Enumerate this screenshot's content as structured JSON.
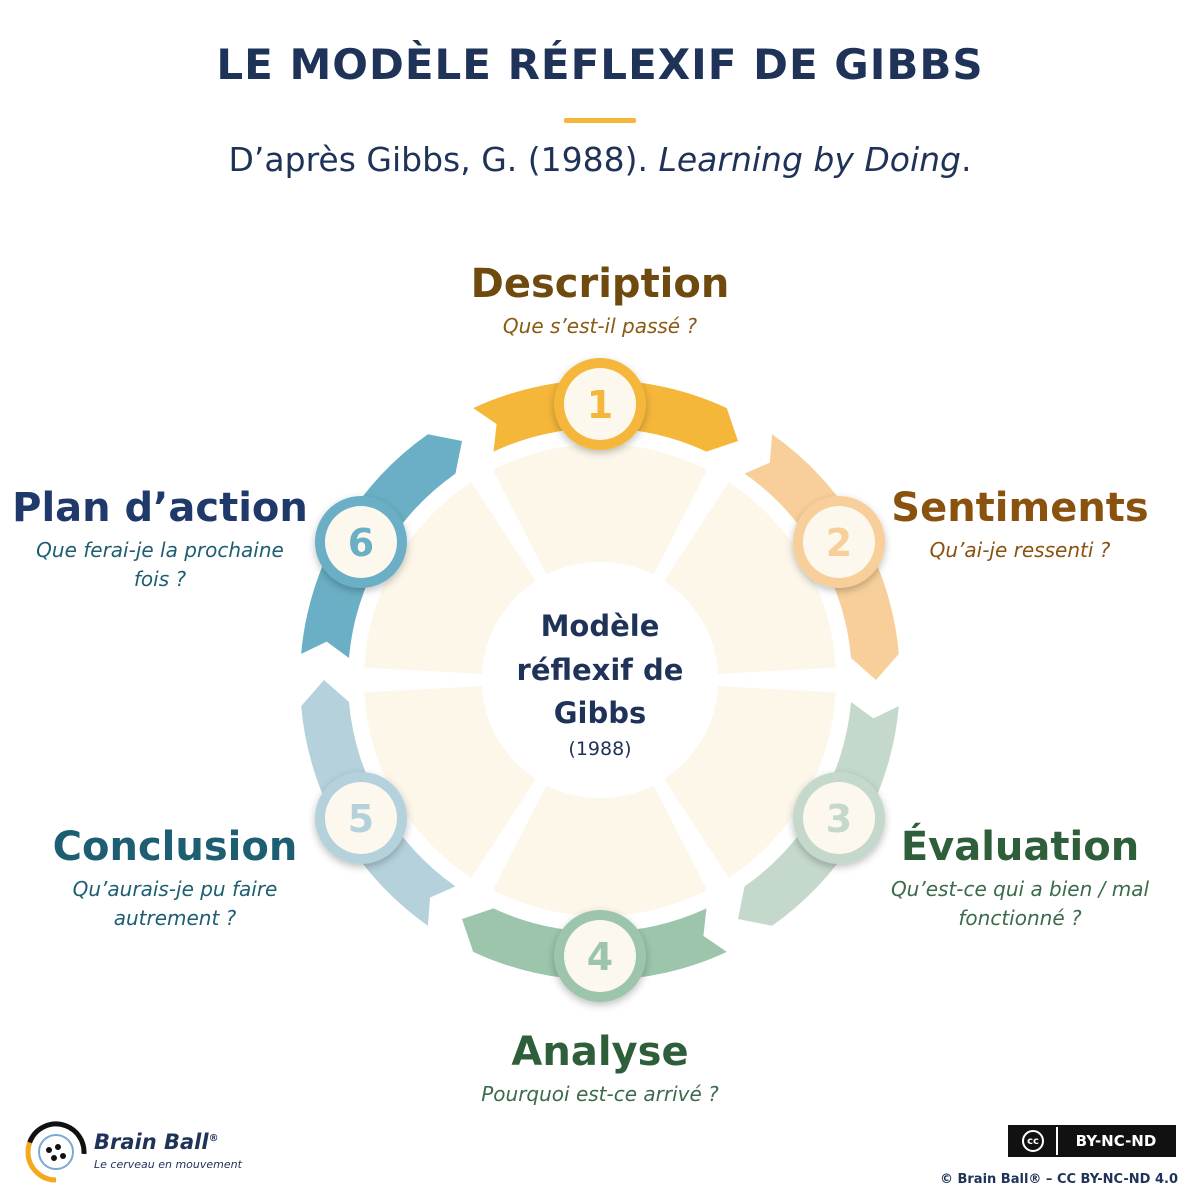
{
  "header": {
    "title": "LE MODÈLE RÉFLEXIF DE GIBBS",
    "subtitle_plain": "D’après Gibbs, G. (1988). ",
    "subtitle_italic": "Learning by Doing",
    "subtitle_end": "."
  },
  "center": {
    "line1": "Modèle",
    "line2": "réflexif de",
    "line3": "Gibbs",
    "year": "(1988)"
  },
  "steps": [
    {
      "number": "1",
      "name": "Description",
      "question": [
        "Que s’est-il passé ?"
      ],
      "color": "#f4b73a",
      "text_color": "#6f4a0e",
      "question_color": "#8a5a12"
    },
    {
      "number": "2",
      "name": "Sentiments",
      "question": [
        "Qu’ai-je ressenti ?"
      ],
      "color": "#f8cf9a",
      "text_color": "#8a520f",
      "question_color": "#8a520f"
    },
    {
      "number": "3",
      "name": "Évaluation",
      "question": [
        "Qu’est-ce qui a bien / mal",
        "fonctionné ?"
      ],
      "color": "#c4d8cc",
      "text_color": "#2f5e3a",
      "question_color": "#3b6b4a"
    },
    {
      "number": "4",
      "name": "Analyse",
      "question": [
        "Pourquoi est-ce arrivé ?"
      ],
      "color": "#9cc5ab",
      "text_color": "#2f5e3a",
      "question_color": "#3b6b4a"
    },
    {
      "number": "5",
      "name": "Conclusion",
      "question": [
        "Qu’aurais-je pu faire",
        "autrement ?"
      ],
      "color": "#b4d1dc",
      "text_color": "#1d5e72",
      "question_color": "#1d5e72"
    },
    {
      "number": "6",
      "name": "Plan d’action",
      "question": [
        "Que ferai-je la prochaine",
        "fois ?"
      ],
      "color": "#6aafc5",
      "text_color": "#1f3a6a",
      "question_color": "#1d5e72"
    }
  ],
  "footer": {
    "brand": "Brain Ball",
    "brand_mark": "®",
    "tagline": "Le cerveau en mouvement",
    "license_badge": "BY-NC-ND",
    "license_icon": "cc",
    "copyright": "© Brain Ball® – CC BY-NC-ND 4.0"
  },
  "colors": {
    "navy": "#1f3258",
    "accent_rule": "#f4b73a",
    "center_fill": "#fdf7ea"
  }
}
